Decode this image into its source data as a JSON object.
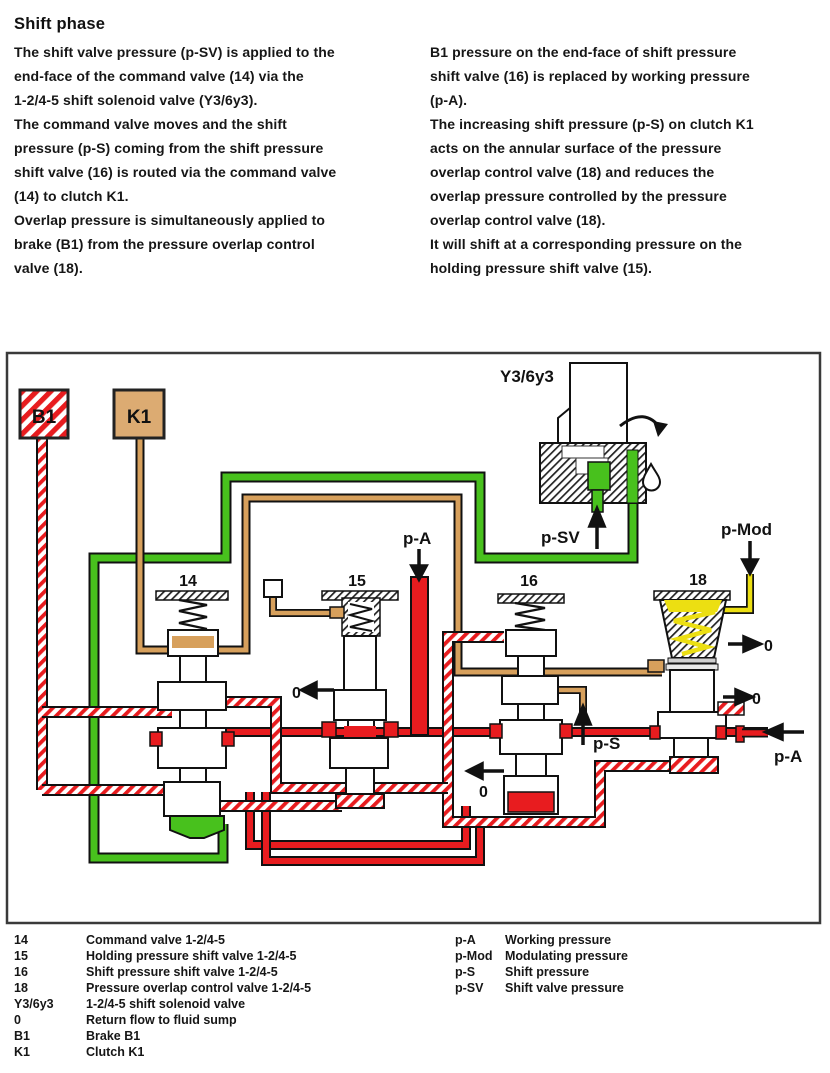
{
  "page": {
    "title": "Shift phase"
  },
  "intro": {
    "left_column": "The shift valve pressure (p-SV) is applied to the\nend-face of the command valve (14) via the\n1-2/4-5 shift solenoid valve (Y3/6y3).\nThe command valve moves and the shift\npressure (p-S) coming from the shift pressure\nshift valve (16) is routed via the command valve\n(14) to clutch K1.\nOverlap pressure is simultaneously applied to\nbrake (B1) from the pressure overlap control\nvalve (18).",
    "right_column": "B1 pressure on the end-face of shift pressure\nshift valve (16) is replaced by working pressure\n(p-A).\nThe increasing shift pressure (p-S) on clutch K1\nacts on the annular surface of the pressure\noverlap control valve (18) and reduces the\noverlap pressure controlled by the pressure\noverlap control valve (18).\nIt will shift at a corresponding pressure on the\nholding pressure shift valve (15)."
  },
  "diagram": {
    "labels": {
      "solenoid": "Y3/6y3",
      "p_sv": "p-SV",
      "p_mod": "p-Mod",
      "p_a_top": "p-A",
      "p_a_right": "p-A",
      "p_s": "p-S",
      "valve14": "14",
      "valve15": "15",
      "valve16": "16",
      "valve18": "18",
      "b1": "B1",
      "k1": "K1",
      "zero": "0"
    },
    "colors": {
      "pressure_red": "#e81c1f",
      "solenoid_green": "#48c11d",
      "shift_tan": "#d7a05c",
      "modulating_yellow": "#ecdf12",
      "clutch_tan": "#dcab72"
    }
  },
  "legend": {
    "left": [
      {
        "term": "14",
        "desc": "Command valve 1-2/4-5"
      },
      {
        "term": "15",
        "desc": "Holding pressure shift valve 1-2/4-5"
      },
      {
        "term": "16",
        "desc": "Shift pressure shift valve 1-2/4-5"
      },
      {
        "term": "18",
        "desc": "Pressure overlap control valve 1-2/4-5"
      },
      {
        "term": "Y3/6y3",
        "desc": "1-2/4-5 shift solenoid valve"
      },
      {
        "term": "0",
        "desc": "Return flow to fluid sump"
      },
      {
        "term": "B1",
        "desc": "Brake B1"
      },
      {
        "term": "K1",
        "desc": "Clutch K1"
      }
    ],
    "right": [
      {
        "term": "p-A",
        "desc": "Working pressure"
      },
      {
        "term": "p-Mod",
        "desc": "Modulating pressure"
      },
      {
        "term": "p-S",
        "desc": "Shift pressure"
      },
      {
        "term": "p-SV",
        "desc": "Shift valve pressure"
      }
    ]
  }
}
